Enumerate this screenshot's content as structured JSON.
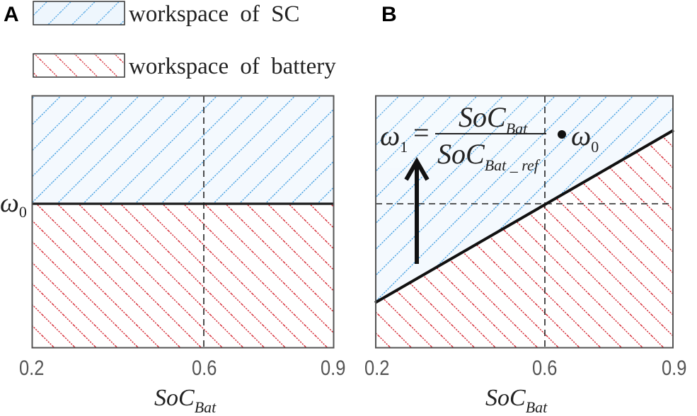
{
  "panels": {
    "A": {
      "label": "A"
    },
    "B": {
      "label": "B"
    }
  },
  "legend": {
    "items": [
      {
        "label": "workspace of SC",
        "color": "#3a9ae0",
        "hatch": "backslash"
      },
      {
        "label": "workspace of battery",
        "color": "#d0101c",
        "hatch": "slash"
      }
    ]
  },
  "axis": {
    "xlabel_main": "SoC",
    "xlabel_sub": "Bat",
    "ticks_A": [
      "0.2",
      "0.6",
      "0.9"
    ],
    "ticks_B": [
      "0.2",
      "0.6",
      "0.9"
    ],
    "ylabel_A_main": "ω",
    "ylabel_A_sub": "0"
  },
  "formula": {
    "lhs_main": "ω",
    "lhs_sub": "1",
    "equals": "=",
    "num_main": "SoC",
    "num_sub": "Bat",
    "den_main": "SoC",
    "den_sub": "Bat _ ref",
    "dot": "•",
    "rhs_main": "ω",
    "rhs_sub": "0"
  },
  "colors": {
    "sc_hatch": "#3a9ae0",
    "battery_hatch": "#d0101c",
    "frame": "#555555",
    "boundary": "#111111"
  },
  "chart_data": {
    "type": "area",
    "title": "",
    "panels": [
      {
        "id": "A",
        "xlabel": "SoC_Bat",
        "ylabel": "ω0",
        "xlim": [
          0.2,
          0.9
        ],
        "x_ticks": [
          0.2,
          0.6,
          0.9
        ],
        "reference_lines": {
          "vertical_dashed_x": 0.6
        },
        "boundary": {
          "type": "horizontal",
          "value": "ω0"
        },
        "regions": [
          {
            "name": "workspace of SC",
            "position": "above boundary"
          },
          {
            "name": "workspace of battery",
            "position": "below boundary"
          }
        ]
      },
      {
        "id": "B",
        "xlabel": "SoC_Bat",
        "xlim": [
          0.2,
          0.9
        ],
        "x_ticks": [
          0.2,
          0.6,
          0.9
        ],
        "reference_lines": {
          "vertical_dashed_x": 0.6,
          "horizontal_dashed_y": "ω0"
        },
        "boundary": {
          "type": "linear",
          "equation": "ω1 = SoC_Bat / SoC_Bat_ref • ω0",
          "passes_through": [
            0.6,
            "ω0"
          ]
        },
        "annotation": "upward arrow (increasing ω1)",
        "regions": [
          {
            "name": "workspace of SC",
            "position": "above boundary"
          },
          {
            "name": "workspace of battery",
            "position": "below boundary"
          }
        ]
      }
    ],
    "legend": [
      "workspace of SC",
      "workspace of battery"
    ],
    "legend_position": "top"
  }
}
